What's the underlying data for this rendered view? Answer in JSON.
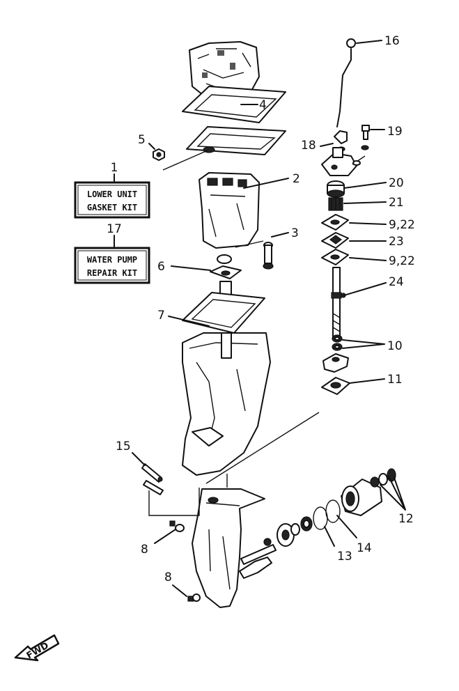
{
  "kits": {
    "lower_unit": {
      "number": "1",
      "line1": "LOWER UNIT",
      "line2": "GASKET KIT"
    },
    "water_pump": {
      "number": "17",
      "line1": "WATER PUMP",
      "line2": "REPAIR KIT"
    }
  },
  "callouts": {
    "c2": "2",
    "c3": "3",
    "c4": "4",
    "c5": "5",
    "c6": "6",
    "c7": "7",
    "c8a": "8",
    "c8b": "8",
    "c9a": "9,22",
    "c9b": "9,22",
    "c10": "10",
    "c11": "11",
    "c12": "12",
    "c13": "13",
    "c14": "14",
    "c15": "15",
    "c16": "16",
    "c18": "18",
    "c19": "19",
    "c20": "20",
    "c21": "21",
    "c23": "23",
    "c24": "24"
  },
  "fwd_label": "FWD"
}
